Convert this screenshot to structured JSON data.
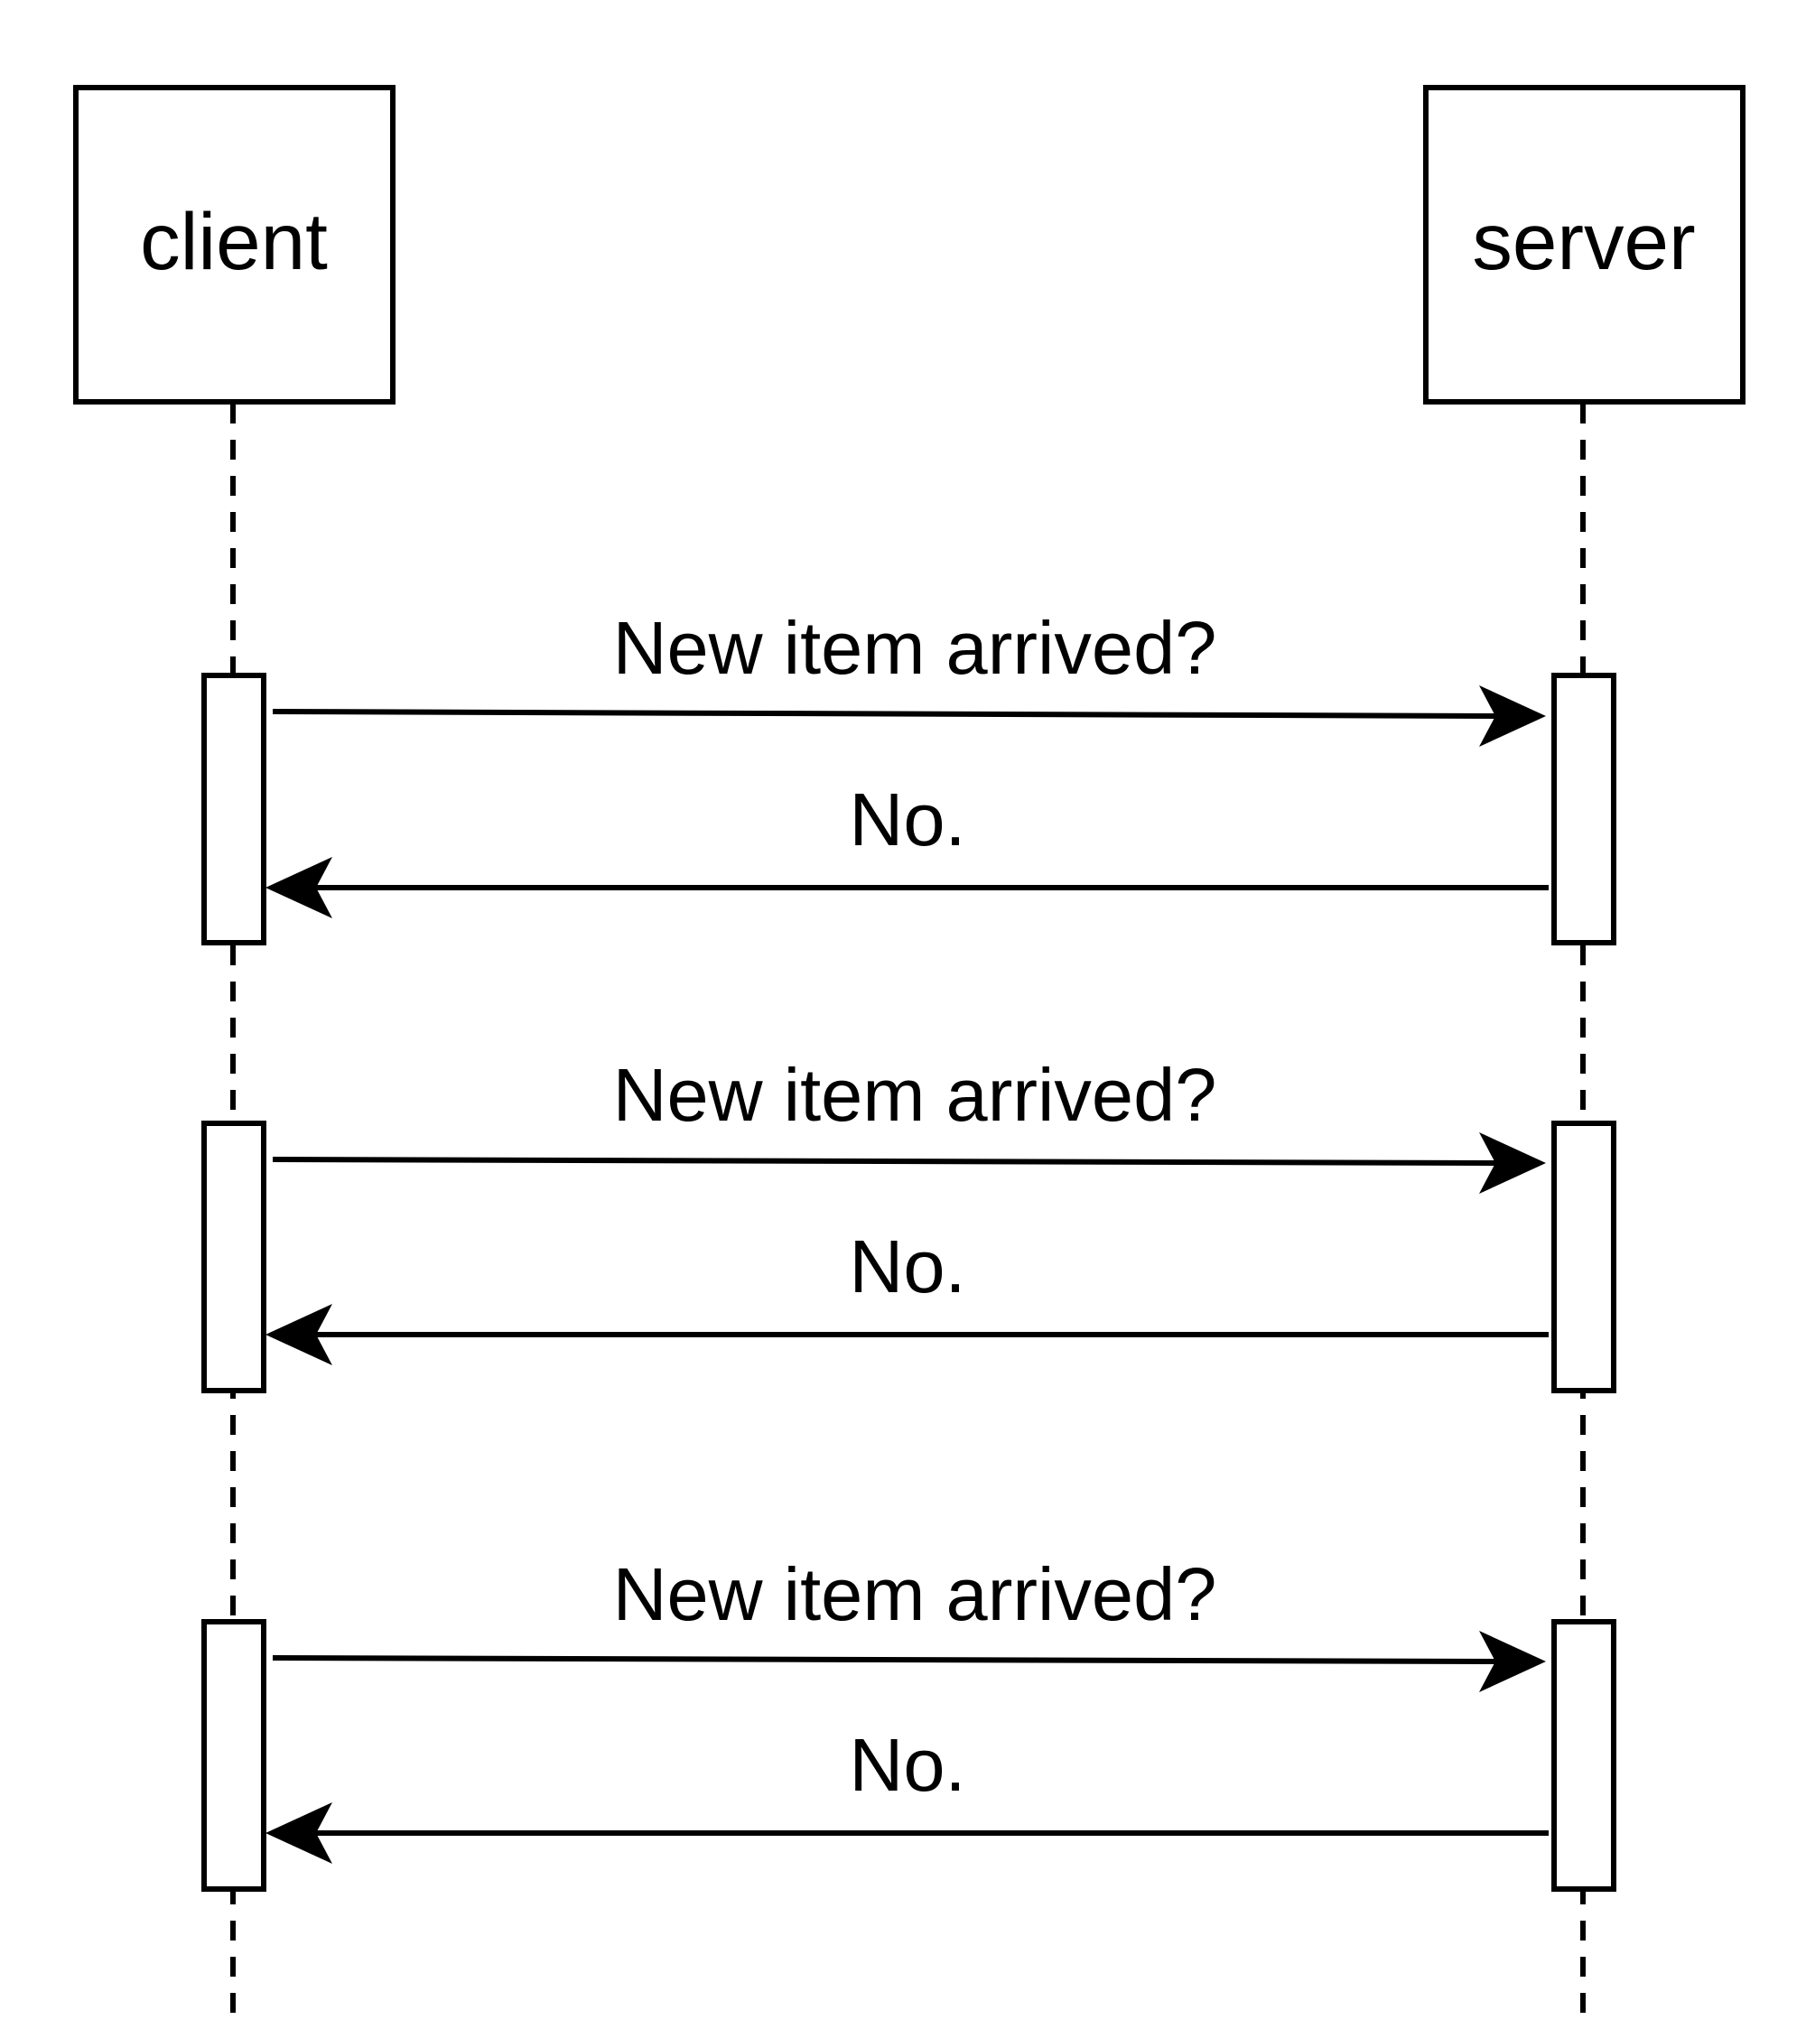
{
  "participants": [
    {
      "id": "client",
      "label": "client"
    },
    {
      "id": "server",
      "label": "server"
    }
  ],
  "messages": [
    {
      "label": "New item arrived?",
      "from": "client",
      "to": "server",
      "group": 1
    },
    {
      "label": "No.",
      "from": "server",
      "to": "client",
      "group": 1
    },
    {
      "label": "New item arrived?",
      "from": "client",
      "to": "server",
      "group": 2
    },
    {
      "label": "No.",
      "from": "server",
      "to": "client",
      "group": 2
    },
    {
      "label": "New item arrived?",
      "from": "client",
      "to": "server",
      "group": 3
    },
    {
      "label": "No.",
      "from": "server",
      "to": "client",
      "group": 3
    }
  ],
  "colors": {
    "line": "#000000",
    "background": "#ffffff"
  }
}
